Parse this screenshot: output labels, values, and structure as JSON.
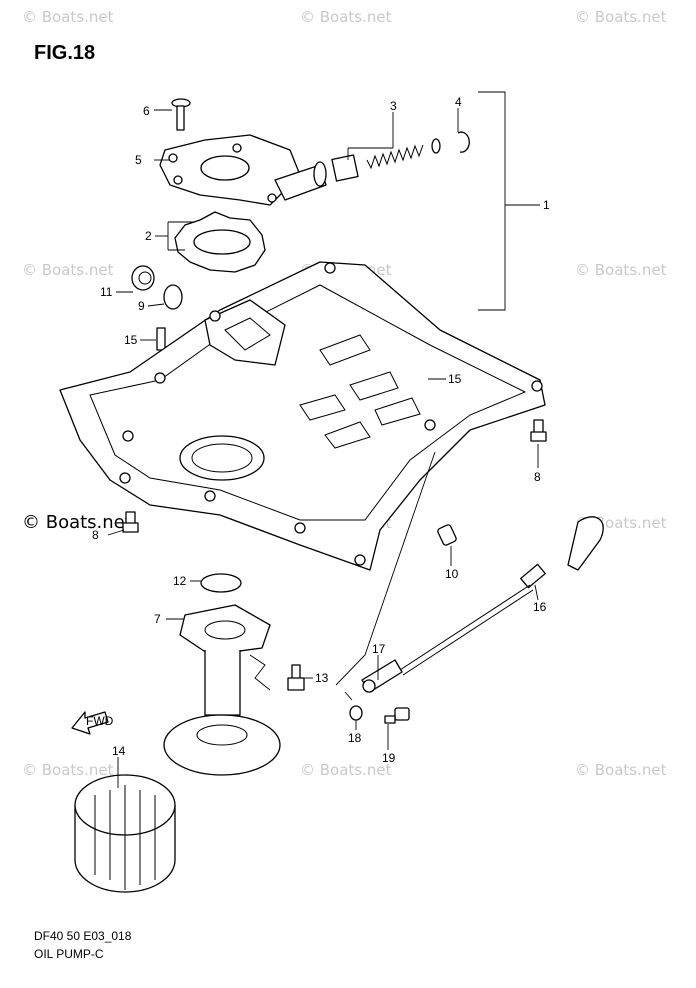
{
  "figure": {
    "title": "FIG.18",
    "model_code": "DF40 50 E03_018",
    "section_name": "OIL PUMP-C"
  },
  "watermark": {
    "text": "© Boats.net",
    "main_text": "© Boats.net"
  },
  "callouts": {
    "c1": "1",
    "c2": "2",
    "c3": "3",
    "c4": "4",
    "c5": "5",
    "c6": "6",
    "c7": "7",
    "c8a": "8",
    "c8b": "8",
    "c9": "9",
    "c10": "10",
    "c11": "11",
    "c12": "12",
    "c13": "13",
    "c14": "14",
    "c15a": "15",
    "c15b": "15",
    "c16": "16",
    "c17": "17",
    "c18": "18",
    "c19": "19"
  },
  "fwd_label": "FWD",
  "colors": {
    "line": "#000000",
    "background": "#ffffff",
    "watermark": "#c9c9c9"
  }
}
